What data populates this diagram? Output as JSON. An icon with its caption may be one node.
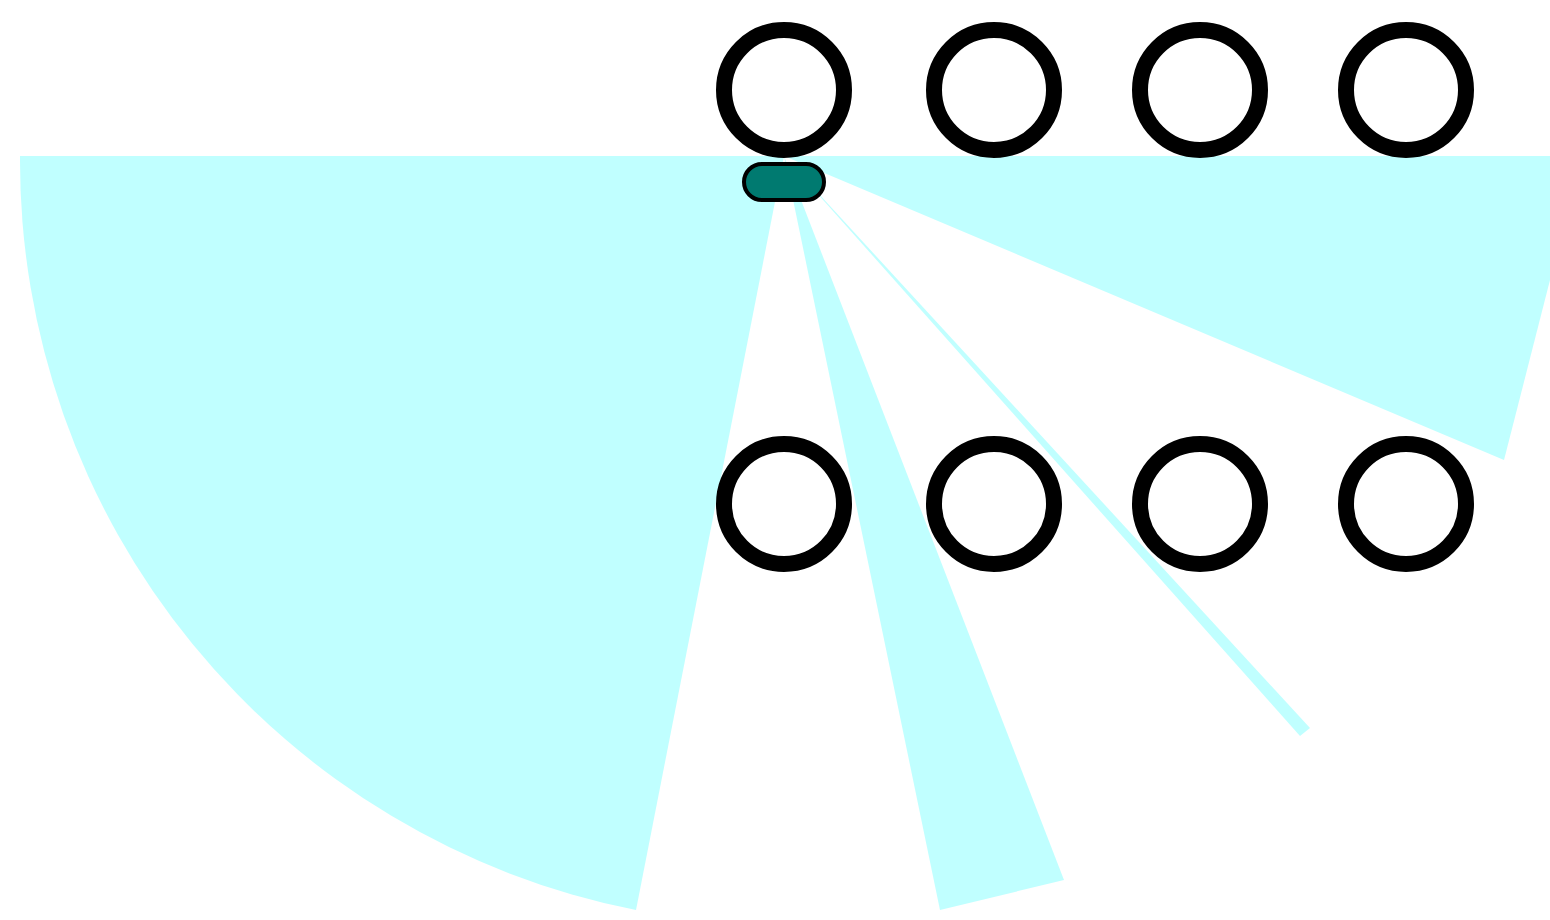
{
  "diagram": {
    "nodes": [
      {
        "text": [],
        "shape": "circle"
      },
      {
        "text": [],
        "shape": "circle"
      },
      {
        "text": [],
        "shape": "circle"
      },
      {
        "text": [],
        "shape": "circle"
      },
      {
        "text": [],
        "shape": "bar"
      },
      {
        "text": [],
        "shape": "circle"
      },
      {
        "text": [],
        "shape": "circle"
      },
      {
        "text": [],
        "shape": "circle"
      },
      {
        "text": [],
        "shape": "circle"
      }
    ]
  }
}
